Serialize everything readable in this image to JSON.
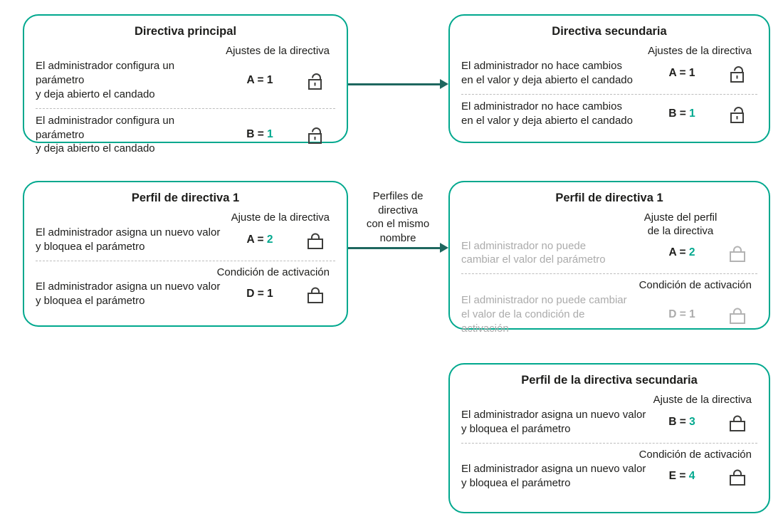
{
  "colors": {
    "box_border_teal": "#00a88e",
    "value_teal": "#00a88e",
    "arrow_dark_teal": "#1e675f",
    "text": "#1d1d1b",
    "muted_gray": "#ababab"
  },
  "icons": {
    "open_lock": "open-padlock-icon",
    "closed_lock": "closed-padlock-icon"
  },
  "arrow_label": "Perfiles de\ndirectiva\ncon el mismo\nnombre",
  "boxes": [
    {
      "title": "Directiva principal",
      "rows": [
        {
          "label": "Ajustes de la directiva",
          "text": "El administrador configura un parámetro\ny deja abierto el candado",
          "param": "A =",
          "value": "1",
          "lock": "open"
        },
        {
          "label": "",
          "text": "El administrador configura un parámetro\ny deja abierto el candado",
          "param": "B =",
          "value": "1",
          "lock": "open"
        }
      ]
    },
    {
      "title": "Directiva secundaria",
      "rows": [
        {
          "label": "Ajustes de la directiva",
          "text": "El administrador no hace cambios\nen el valor y deja abierto el candado",
          "param": "A =",
          "value": "1",
          "lock": "open"
        },
        {
          "label": "",
          "text": "El administrador no hace cambios\nen el valor y deja abierto el candado",
          "param": "B =",
          "value": "1",
          "lock": "open"
        }
      ]
    },
    {
      "title": "Perfil de directiva 1",
      "rows": [
        {
          "label": "Ajuste de la directiva",
          "text": "El administrador asigna un nuevo valor\ny bloquea el parámetro",
          "param": "A =",
          "value": "2",
          "lock": "closed"
        },
        {
          "label": "Condición de activación",
          "text": "El administrador asigna un nuevo valor\ny bloquea el parámetro",
          "param": "D =",
          "value": "1",
          "lock": "closed"
        }
      ]
    },
    {
      "title": "Perfil de directiva 1",
      "rows": [
        {
          "label": "Ajuste del perfil\nde la directiva",
          "text": "El administrador no puede\ncambiar el valor del parámetro",
          "param": "A =",
          "value": "2",
          "lock": "closed"
        },
        {
          "label": "Condición de activación",
          "text": "El administrador no puede cambiar\nel valor de la condición de\nactivación",
          "param": "D =",
          "value": "1",
          "lock": "closed"
        }
      ]
    },
    {
      "title": "Perfil de la directiva secundaria",
      "rows": [
        {
          "label": "Ajuste de la directiva",
          "text": "El administrador asigna un nuevo valor\ny bloquea el parámetro",
          "param": "B =",
          "value": "3",
          "lock": "closed"
        },
        {
          "label": "Condición de activación",
          "text": "El administrador asigna un nuevo valor\ny bloquea el parámetro",
          "param": "E =",
          "value": "4",
          "lock": "closed"
        }
      ]
    }
  ]
}
